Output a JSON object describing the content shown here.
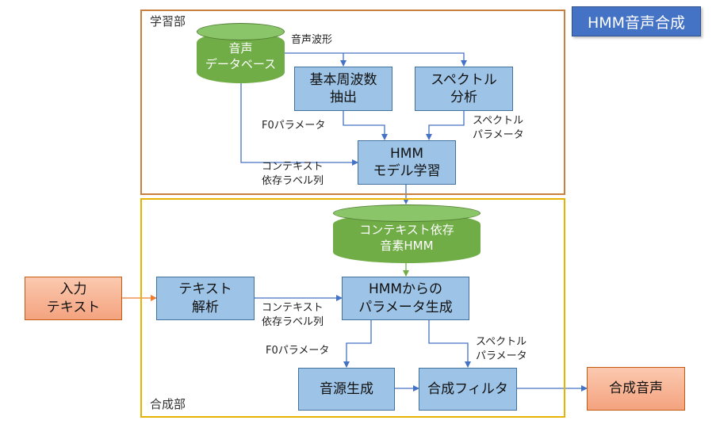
{
  "badge_title": "HMM音声合成",
  "sections": {
    "learning": "学習部",
    "synthesis": "合成部"
  },
  "nodes": {
    "speech_db": [
      "音声",
      "データベース"
    ],
    "f0_extract": [
      "基本周波数",
      "抽出"
    ],
    "spectral_analysis": [
      "スペクトル",
      "分析"
    ],
    "hmm_training": [
      "HMM",
      "モデル学習"
    ],
    "context_hmm": [
      "コンテキスト依存",
      "音素HMM"
    ],
    "input_text": [
      "入力",
      "テキスト"
    ],
    "text_analysis": [
      "テキスト",
      "解析"
    ],
    "param_generation": [
      "HMMからの",
      "パラメータ生成"
    ],
    "excitation": [
      "音源生成"
    ],
    "synth_filter": [
      "合成フィルタ"
    ],
    "output_speech": [
      "合成音声"
    ]
  },
  "edge_labels": {
    "waveform": [
      "音声波形"
    ],
    "f0_param_learn": [
      "F0パラメータ"
    ],
    "spec_param_learn": [
      "スペクトル",
      "パラメータ"
    ],
    "context_labels_learn": [
      "コンテキスト",
      "依存ラベル列"
    ],
    "context_labels_synth": [
      "コンテキスト",
      "依存ラベル列"
    ],
    "f0_param_synth": [
      "F0パラメータ"
    ],
    "spec_param_synth": [
      "スペクトル",
      "パラメータ"
    ]
  },
  "colors": {
    "process_box": "#9dc3e6",
    "database": "#70ad47",
    "io_box": "#f4b183",
    "learning_border": "#c9803e",
    "synthesis_border": "#e8b300",
    "badge": "#4472c4"
  }
}
